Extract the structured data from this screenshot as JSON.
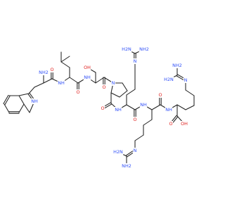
{
  "molecule": {
    "labels": {
      "ind_nh": "NH",
      "trp_nh2": "NH2",
      "trp_o": "O",
      "leu_nh": "NH",
      "leu_o": "O",
      "ser_oh": "OH",
      "ser_nh": "NH",
      "ser_o": "O",
      "pro_n": "N",
      "pro_o": "O",
      "arg1_nh": "NH",
      "arg1_o": "O",
      "arg1_n": "N",
      "arg1_h2n": "H2N",
      "arg1_nh2": "NH2",
      "arg2_nh": "NH",
      "arg2_o": "O",
      "arg2_n": "N",
      "arg2_h2n": "H2N",
      "arg2_nh2": "NH2",
      "arg3_nh": "NH",
      "arg3_n": "N",
      "arg3_h2n": "H2N",
      "arg3_nh2": "NH2",
      "cooh_o": "O",
      "cooh_oh": "OH"
    },
    "colors": {
      "bond": "#222222",
      "carbon": "#222222",
      "nitrogen": "#3050F8",
      "oxygen": "#E0201E"
    }
  }
}
